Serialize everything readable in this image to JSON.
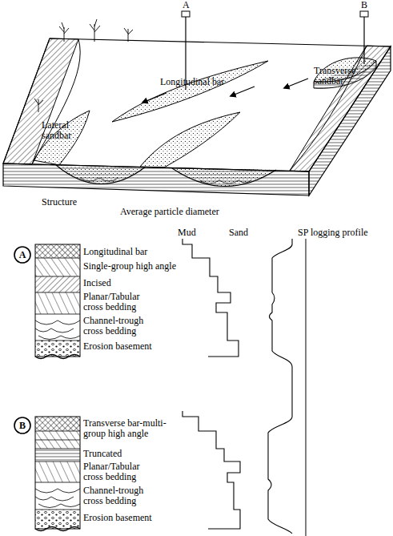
{
  "diagram": {
    "nodes": [
      {
        "text": [
          "A"
        ]
      },
      {
        "text": [
          "B"
        ]
      }
    ],
    "labels": [
      "A",
      "B",
      "Longitudinal bar",
      "Transverse sandbar",
      "Lateral sandbar",
      "Structure",
      "Average particle diameter",
      "Mud",
      "Sand",
      "SP logging profile",
      "Longitudinal bar",
      "Single-group high angle",
      "Incised",
      "Planar/Tabular cross bedding",
      "Channel-trough cross bedding",
      "Erosion basement",
      "Transverse bar-multi-group high angle",
      "Truncated",
      "Planar/Tabular cross bedding",
      "Channel-trough cross bedding",
      "Erosion basement"
    ]
  }
}
